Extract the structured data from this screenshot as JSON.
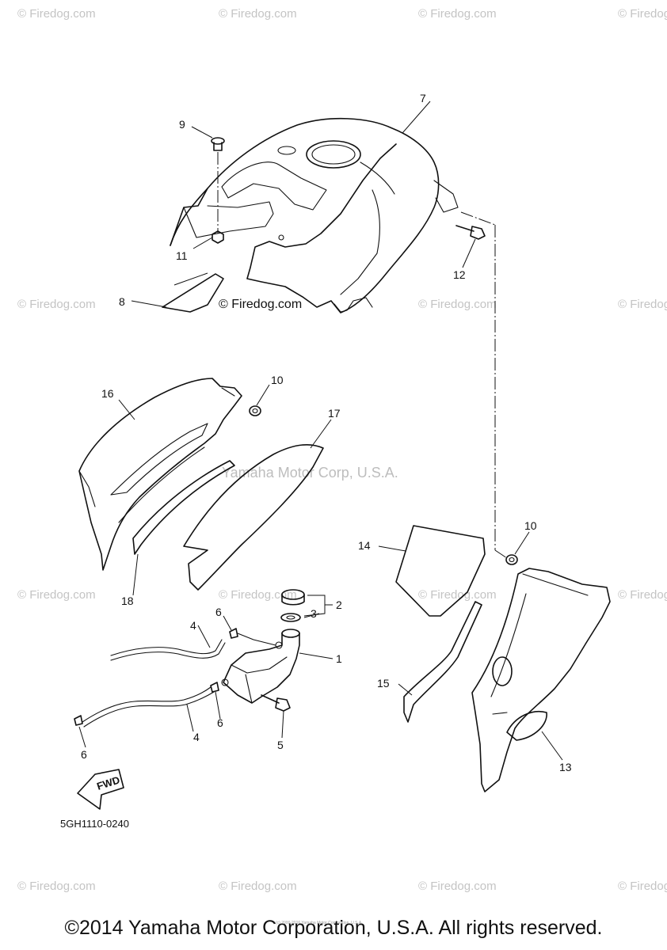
{
  "watermark": "© Firedog.com",
  "watermark_corp": "Yamaha Motor Corp, U.S.A.",
  "diagram_code": "5GH1110-0240",
  "fwd_label": "FWD",
  "fine_print": "(c) 2000-2016 Yamaha Motor Corporation, U.S.A.",
  "copyright": "©2014 Yamaha Motor Corporation, U.S.A. All rights reserved.",
  "callouts": {
    "c1": "1",
    "c2": "2",
    "c3": "3",
    "c4a": "4",
    "c4b": "4",
    "c5": "5",
    "c6a": "6",
    "c6b": "6",
    "c6c": "6",
    "c7": "7",
    "c8": "8",
    "c9": "9",
    "c10a": "10",
    "c10b": "10",
    "c11": "11",
    "c12": "12",
    "c13": "13",
    "c14": "14",
    "c15": "15",
    "c16": "16",
    "c17": "17",
    "c18": "18"
  }
}
